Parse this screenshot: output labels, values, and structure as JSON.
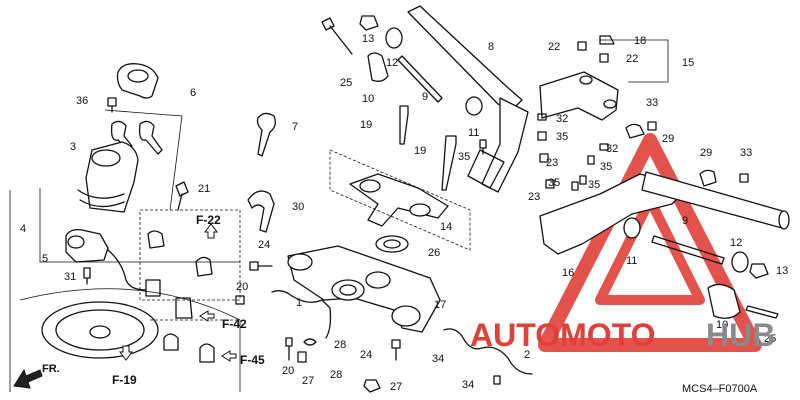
{
  "diagram_code": "MCS4–F0700A",
  "watermark": {
    "text_red": "AUTOMOTO",
    "text_gray": "HUB",
    "color_red": "#e0403a",
    "color_gray": "#8a8a8a"
  },
  "direction_arrow": "FR.",
  "section_refs": [
    "F-22",
    "F-42",
    "F-45",
    "F-19"
  ],
  "callouts": {
    "c1": "1",
    "c2": "2",
    "c3": "3",
    "c4": "4",
    "c5": "5",
    "c6": "6",
    "c7": "7",
    "c8": "8",
    "c9a": "9",
    "c9b": "9",
    "c10a": "10",
    "c10b": "10",
    "c11a": "11",
    "c11b": "11",
    "c12a": "12",
    "c12b": "12",
    "c13a": "13",
    "c13b": "13",
    "c14": "14",
    "c15": "15",
    "c16": "16",
    "c17": "17",
    "c18": "18",
    "c19a": "19",
    "c19b": "19",
    "c20a": "20",
    "c20b": "20",
    "c21": "21",
    "c22a": "22",
    "c22b": "22",
    "c23a": "23",
    "c23b": "23",
    "c24a": "24",
    "c24b": "24",
    "c25a": "25",
    "c25b": "25",
    "c26": "26",
    "c27a": "27",
    "c27b": "27",
    "c28a": "28",
    "c28b": "28",
    "c29a": "29",
    "c29b": "29",
    "c30": "30",
    "c31": "31",
    "c32a": "32",
    "c32b": "32",
    "c33a": "33",
    "c33b": "33",
    "c34a": "34",
    "c34b": "34",
    "c35a": "35",
    "c35b": "35",
    "c35c": "35",
    "c35d": "35",
    "c35e": "35",
    "c36": "36"
  }
}
